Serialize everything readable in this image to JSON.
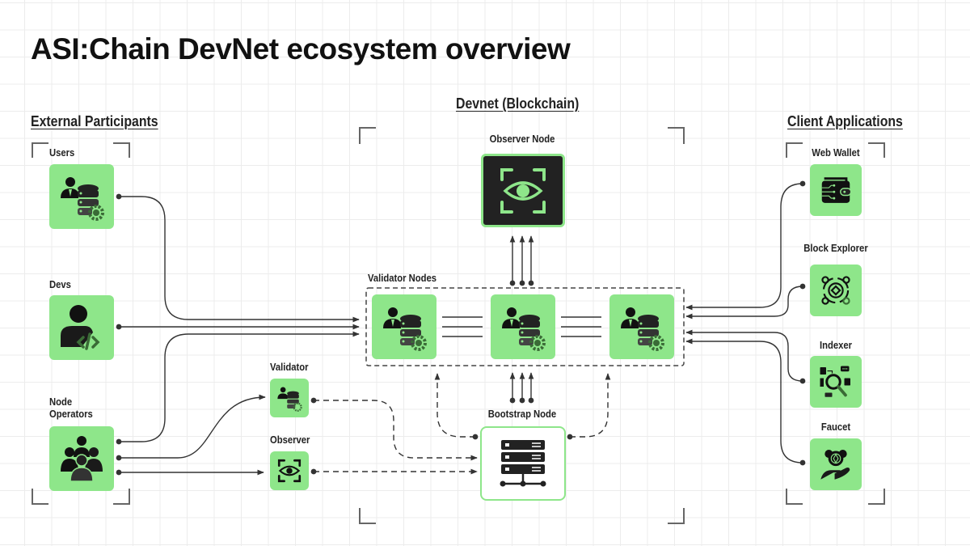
{
  "title": "ASI:Chain DevNet ecosystem overview",
  "sections": {
    "external": "External Participants",
    "devnet": "Devnet (Blockchain)",
    "clients": "Client Applications"
  },
  "external_participants": [
    {
      "label": "Users",
      "icon": "user-database-gear-icon"
    },
    {
      "label": "Devs",
      "icon": "developer-code-icon"
    },
    {
      "label": "Node Operators",
      "icon": "group-people-icon"
    }
  ],
  "node_operator_roles": [
    {
      "label": "Validator",
      "icon": "user-database-gear-icon"
    },
    {
      "label": "Observer",
      "icon": "eye-scan-icon"
    }
  ],
  "devnet": {
    "observer_node": {
      "label": "Observer Node",
      "icon": "eye-scan-icon"
    },
    "validator_group": {
      "label": "Validator Nodes",
      "count": 3,
      "icon": "user-database-gear-icon"
    },
    "bootstrap_node": {
      "label": "Bootstrap Node",
      "icon": "server-network-icon"
    }
  },
  "client_applications": [
    {
      "label": "Web Wallet",
      "icon": "wallet-circuit-icon"
    },
    {
      "label": "Block Explorer",
      "icon": "network-orbit-icon"
    },
    {
      "label": "Indexer",
      "icon": "search-data-icon"
    },
    {
      "label": "Faucet",
      "icon": "hand-coin-icon"
    }
  ],
  "colors": {
    "accent_green": "#8ee68a",
    "dark_tile": "#222222",
    "line": "#333333"
  }
}
